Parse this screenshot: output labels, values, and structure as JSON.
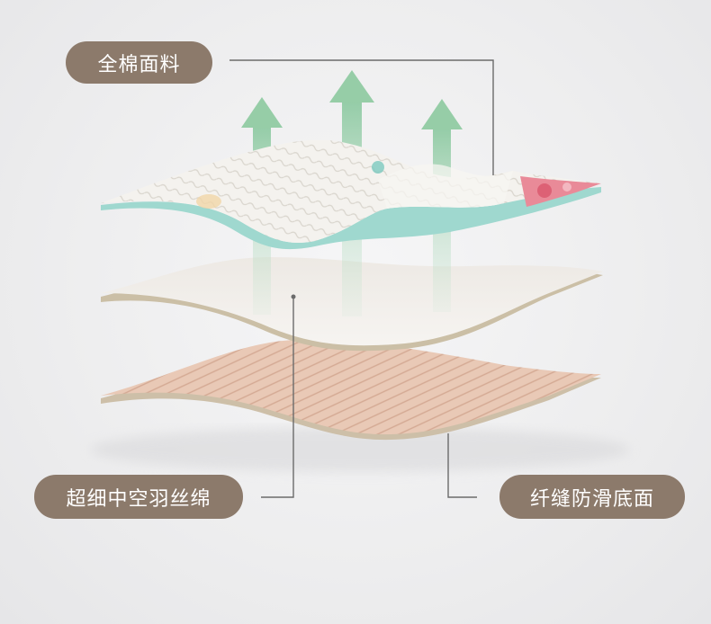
{
  "labels": {
    "top_layer": "全棉面料",
    "middle_layer": "超细中空羽丝绵",
    "bottom_layer": "纤缝防滑底面"
  },
  "colors": {
    "label_bg": "#8c7a6b",
    "label_text": "#ffffff",
    "arrow_green": "#9fd1b0",
    "teal_edge": "#9ed8cf",
    "quilt_white": "#f3f1ec",
    "filling_white": "#f0ede8",
    "bottom_peach": "#e8c7b3",
    "leader_line": "#6b6b6b"
  }
}
